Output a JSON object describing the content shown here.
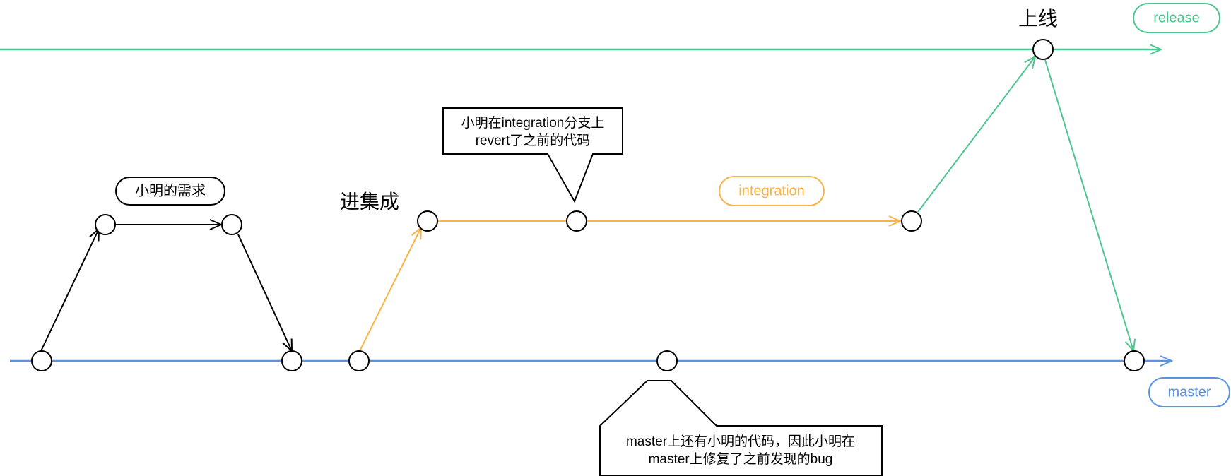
{
  "colors": {
    "release": "#4ec58f",
    "integration": "#f9b347",
    "master": "#5b93e0",
    "feature": "#000000"
  },
  "branches": {
    "release": "release",
    "integration": "integration",
    "master": "master"
  },
  "labels": {
    "feature_need": "小明的需求",
    "enter_integration": "进集成",
    "go_live": "上线"
  },
  "callouts": {
    "revert_line1": "小明在integration分支上",
    "revert_line2": "revert了之前的代码",
    "bugfix_line1": "master上还有小明的代码，因此小明在",
    "bugfix_line2": "master上修复了之前发现的bug"
  }
}
